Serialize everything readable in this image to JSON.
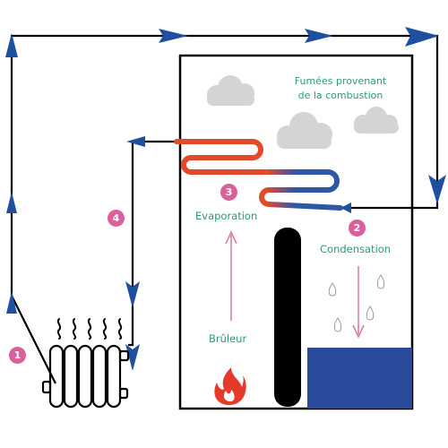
{
  "labels": {
    "fumees_line1": "Fumées provenant",
    "fumees_line2": "de la combustion",
    "evaporation": "Evaporation",
    "condensation": "Condensation",
    "bruleur": "Brûleur"
  },
  "steps": [
    "1",
    "2",
    "3",
    "4"
  ],
  "icons": [
    "radiator-icon",
    "heat-waves-icon",
    "flame-icon",
    "cloud-icon",
    "water-drop-icon"
  ],
  "colors": {
    "flow_arrow": "#1f4fa0",
    "hot_coil": "#e24a2a",
    "cold_coil": "#2f57a8",
    "water": "#2a4b9b",
    "burner_column": "#000000",
    "label_text": "#2e9a6e",
    "badge": "#d9609a",
    "vertical_arrow": "#d97a98",
    "cloud": "#d4d4d4",
    "flame": "#e53a2a"
  }
}
